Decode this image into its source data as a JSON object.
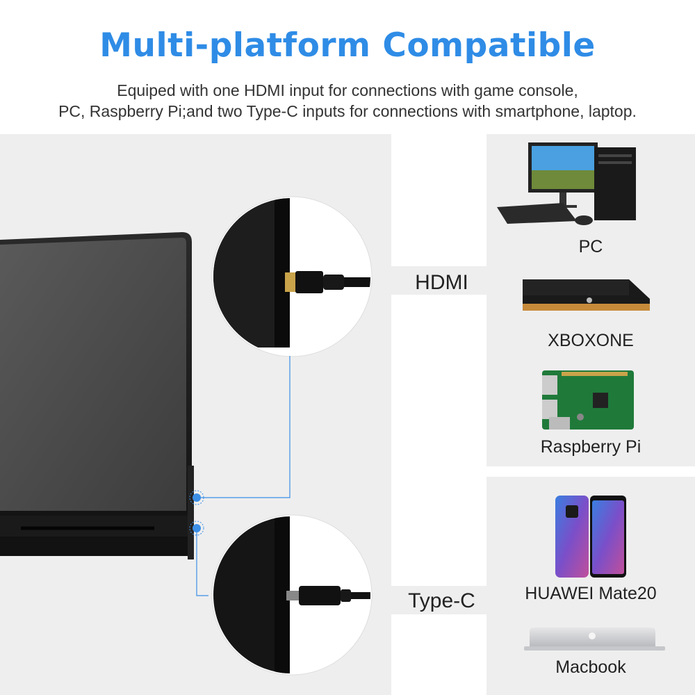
{
  "header": {
    "title": "Multi-platform Compatible",
    "subtitle_line1": "Equiped with one HDMI input for connections with game console,",
    "subtitle_line2": "PC, Raspberry Pi;and two Type-C inputs for connections with smartphone, laptop."
  },
  "ports": {
    "hdmi_label": "HDMI",
    "typec_label": "Type-C"
  },
  "devices": {
    "hdmi_group": [
      "PC",
      "XBOXONE",
      "Raspberry Pi"
    ],
    "typec_group": [
      "HUAWEI Mate20",
      "Macbook"
    ]
  },
  "colors": {
    "accent": "#2f8ce6",
    "panel": "#eeeeee",
    "connector_line": "#3a8ee6"
  }
}
